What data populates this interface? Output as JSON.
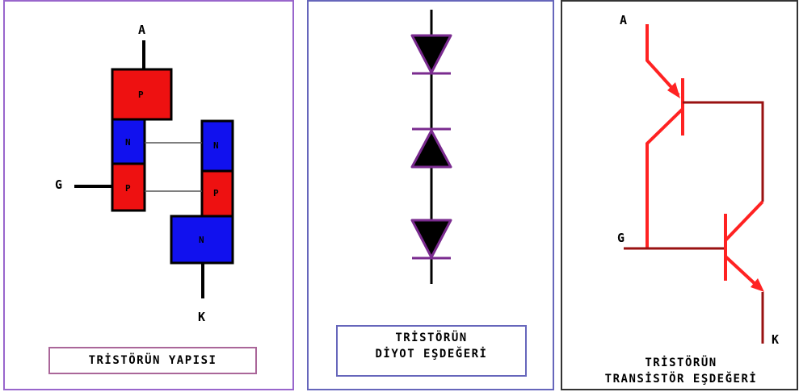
{
  "panels": {
    "structure": {
      "caption": "TRİSTÖRÜN YAPISI",
      "terminal_anode": "A",
      "terminal_gate": "G",
      "terminal_cathode": "K",
      "layers_left": [
        "P",
        "N",
        "P"
      ],
      "layers_right": [
        "N",
        "P",
        "N"
      ]
    },
    "diode": {
      "caption_line1": "TRİSTÖRÜN",
      "caption_line2": "DİYOT EŞDEĞERİ"
    },
    "transistor": {
      "caption_line1": "TRİSTÖRÜN",
      "caption_line2": "TRANSİSTÖR EŞDEĞERİ",
      "terminal_anode": "A",
      "terminal_gate": "G",
      "terminal_cathode": "K"
    }
  },
  "colors": {
    "p_layer": "#ee1111",
    "n_layer": "#1111ee",
    "diode_fill": "#000000",
    "diode_outline": "#7a2b8f",
    "transistor_bright": "#ff2222",
    "transistor_dark": "#991111"
  }
}
